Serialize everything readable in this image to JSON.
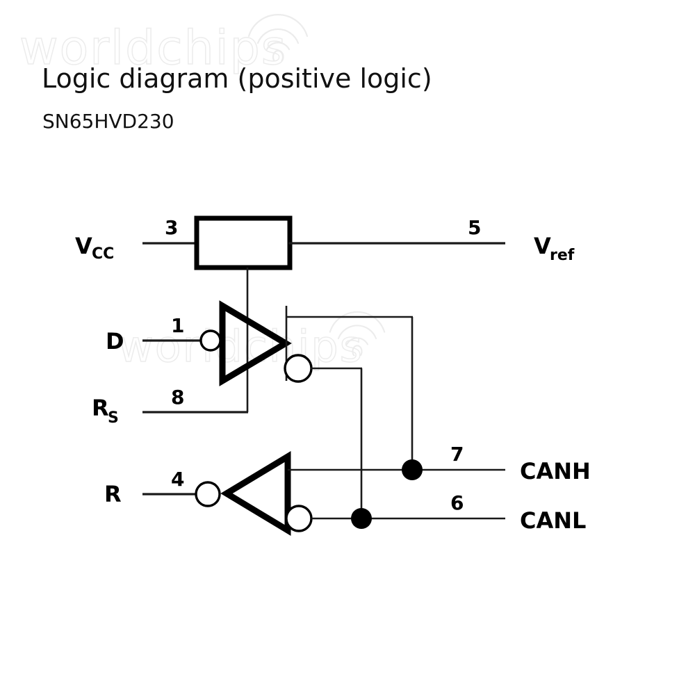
{
  "document": {
    "title": "Logic diagram (positive logic)",
    "subtitle": "SN65HVD230"
  },
  "watermark": {
    "text": "worldchips",
    "icon": "wifi-arc-icon",
    "color": "#ececec",
    "instances": 2
  },
  "diagram": {
    "type": "logic-diagram",
    "part_number": "SN65HVD230",
    "line_color": "#1a1a1a",
    "fill_color": "#ffffff",
    "left_signals": [
      {
        "name": "VCC",
        "base": "V",
        "sub": "CC",
        "pin": "3"
      },
      {
        "name": "D",
        "base": "D",
        "sub": "",
        "pin": "1"
      },
      {
        "name": "RS",
        "base": "R",
        "sub": "S",
        "pin": "8"
      },
      {
        "name": "R",
        "base": "R",
        "sub": "",
        "pin": "4"
      }
    ],
    "right_signals": [
      {
        "name": "Vref",
        "base": "V",
        "sub": "ref",
        "pin": "5"
      },
      {
        "name": "CANH",
        "base": "CANH",
        "sub": "",
        "pin": "7"
      },
      {
        "name": "CANL",
        "base": "CANL",
        "sub": "",
        "pin": "6"
      }
    ],
    "blocks": [
      {
        "name": "reference-block",
        "shape": "rectangle",
        "label": ""
      },
      {
        "name": "driver-buffer",
        "shape": "triangle-right",
        "inverting_input": true,
        "outputs": 2
      },
      {
        "name": "receiver-comparator",
        "shape": "triangle-left",
        "inverting_output": true
      }
    ],
    "junction_dots": 2
  }
}
